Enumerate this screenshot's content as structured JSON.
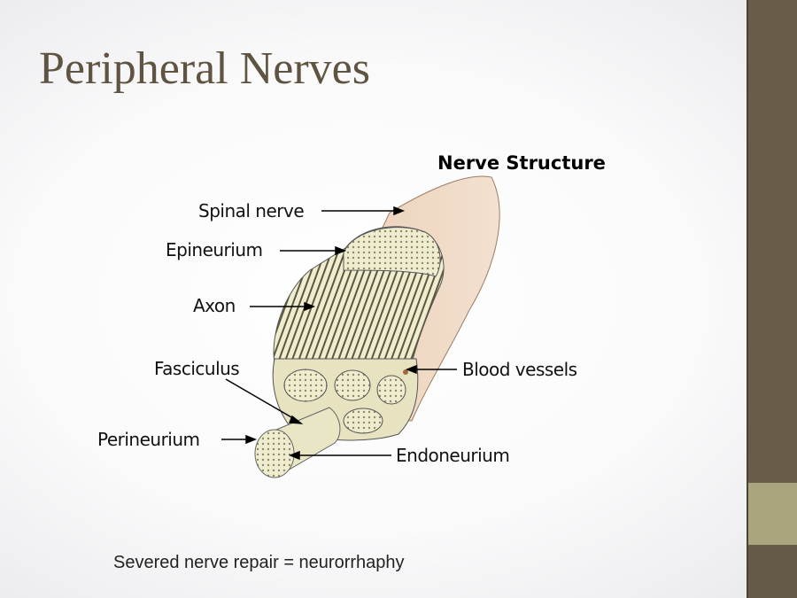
{
  "slide": {
    "title": "Peripheral Nerves",
    "caption": "Severed nerve repair = neurorrhaphy"
  },
  "diagram": {
    "heading": "Nerve Structure",
    "labels": {
      "spinal_nerve": "Spinal nerve",
      "epineurium": "Epineurium",
      "axon": "Axon",
      "fasciculus": "Fasciculus",
      "perineurium": "Perineurium",
      "blood_vessels": "Blood vessels",
      "endoneurium": "Endoneurium"
    }
  },
  "colors": {
    "title": "#5e5441",
    "sidebar": "#695d49",
    "sidebar_accent": "#a9a57e"
  }
}
